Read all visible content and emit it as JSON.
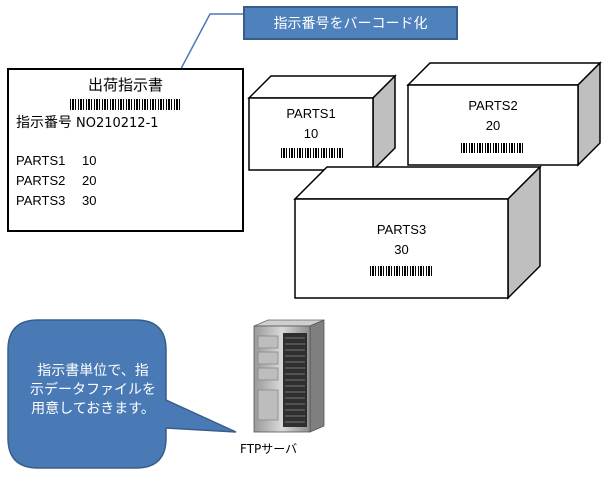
{
  "callout": {
    "text": "指示番号をバーコード化"
  },
  "shipping_doc": {
    "title": "出荷指示書",
    "number_label": "指示番号",
    "number_value": "NO210212-1",
    "items": [
      {
        "part": "PARTS1",
        "qty": "10"
      },
      {
        "part": "PARTS2",
        "qty": "20"
      },
      {
        "part": "PARTS3",
        "qty": "30"
      }
    ]
  },
  "boxes": [
    {
      "part": "PARTS1",
      "qty": "10"
    },
    {
      "part": "PARTS2",
      "qty": "20"
    },
    {
      "part": "PARTS3",
      "qty": "30"
    }
  ],
  "bubble": {
    "lines": [
      "指示書単位で、指",
      "示データファイルを",
      "用意しておきます。"
    ]
  },
  "server": {
    "label": "FTPサーバ"
  },
  "colors": {
    "callout_fill": "#4f81bd",
    "callout_border": "#385d8a",
    "bubble_fill": "#4a7ab5"
  }
}
